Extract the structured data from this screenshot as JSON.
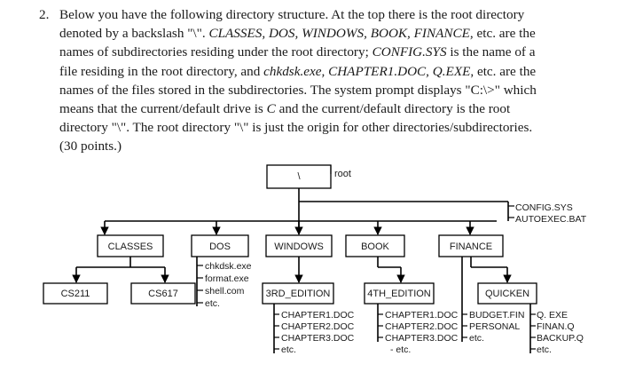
{
  "question": {
    "number": "2.",
    "lines": [
      [
        "Below you have the following directory structure. At the top there is the root directory"
      ],
      [
        "denoted by a backslash \"\\\". ",
        "CLASSES, DOS, WINDOWS, BOOK, FINANCE",
        ", etc. are the"
      ],
      [
        "names of subdirectories residing under the root directory; ",
        "CONFIG.SYS",
        " is the name of a"
      ],
      [
        "file residing in the root directory, and ",
        "chkdsk.exe, CHAPTER1.DOC, Q.EXE",
        ", etc. are the"
      ],
      [
        "names of the files stored in the subdirectories. The system prompt displays \"C:\\>\" which"
      ],
      [
        "means that the current/default drive is ",
        "C",
        " and the current/default directory is the root"
      ],
      [
        "directory \"\\\". The root directory \"\\\" is just the origin for other directories/subdirectories."
      ],
      [
        "(30 points.)"
      ]
    ]
  },
  "tree": {
    "root": {
      "box": "\\",
      "label": "root"
    },
    "root_files": [
      "CONFIG.SYS",
      "AUTOEXEC.BAT"
    ],
    "level1": [
      "CLASSES",
      "DOS",
      "WINDOWS",
      "BOOK",
      "FINANCE"
    ],
    "classes_children": [
      "CS211",
      "CS617"
    ],
    "dos_files": [
      "chkdsk.exe",
      "format.exe",
      "shell.com",
      "etc."
    ],
    "windows_children": [
      "3RD_EDITION"
    ],
    "book_children": [
      "4TH_EDITION"
    ],
    "finance_children": [
      "QUICKEN"
    ],
    "third_edition_files": [
      "CHAPTER1.DOC",
      "CHAPTER2.DOC",
      "CHAPTER3.DOC",
      "etc."
    ],
    "fourth_edition_files": [
      "CHAPTER1.DOC",
      "CHAPTER2.DOC",
      "CHAPTER3.DOC",
      "- etc."
    ],
    "finance_files": [
      "BUDGET.FIN",
      "PERSONAL",
      "etc."
    ],
    "quicken_files": [
      "Q. EXE",
      "FINAN.Q",
      "BACKUP.Q",
      "etc."
    ]
  }
}
